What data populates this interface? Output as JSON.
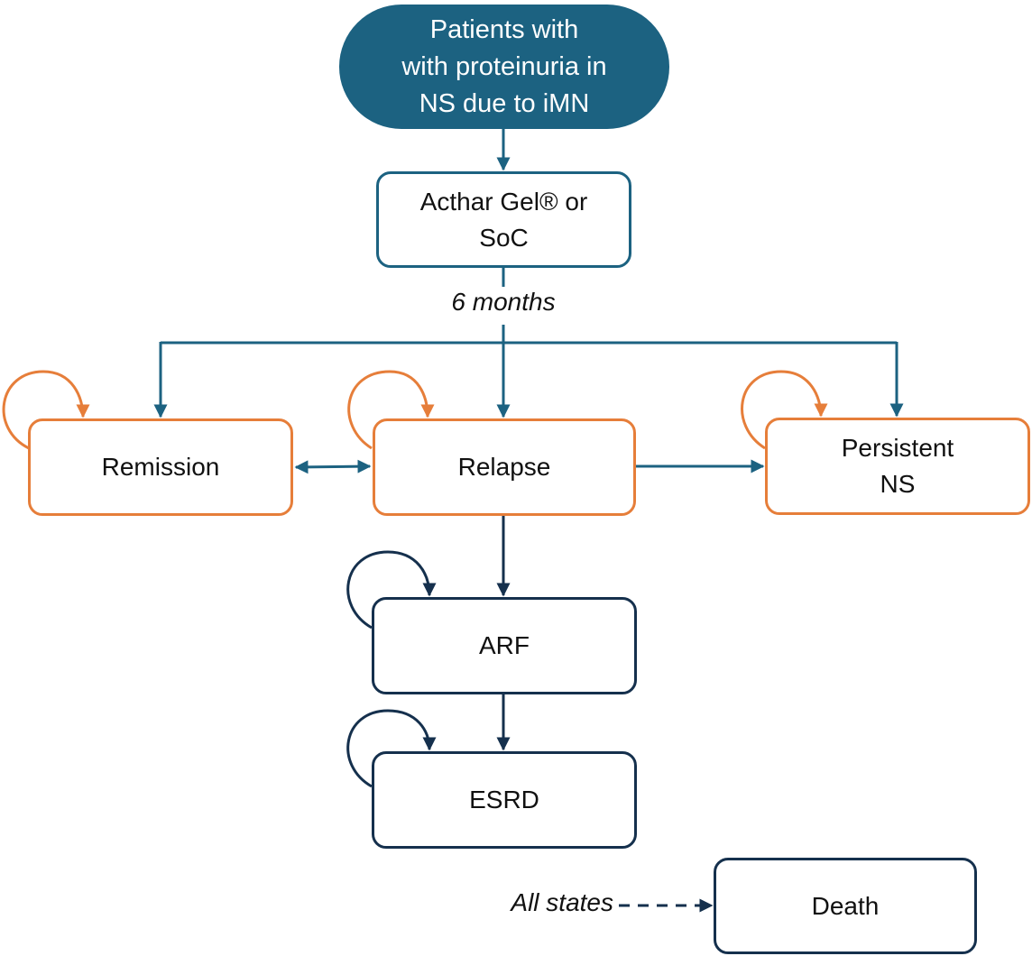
{
  "colors": {
    "teal": "#1c6281",
    "orange": "#e67e3a",
    "navy": "#15304d"
  },
  "nodes": {
    "start": {
      "lines": [
        "Patients with",
        "with proteinuria in",
        "NS due to iMN"
      ]
    },
    "treatment": {
      "lines": [
        "Acthar Gel® or",
        "SoC"
      ]
    },
    "remission": {
      "lines": [
        "Remission"
      ]
    },
    "relapse": {
      "lines": [
        "Relapse"
      ]
    },
    "persistent": {
      "lines": [
        "Persistent",
        "NS"
      ]
    },
    "arf": {
      "lines": [
        "ARF"
      ]
    },
    "esrd": {
      "lines": [
        "ESRD"
      ]
    },
    "death": {
      "lines": [
        "Death"
      ]
    }
  },
  "labels": {
    "duration": "6 months",
    "all_states": "All states"
  }
}
